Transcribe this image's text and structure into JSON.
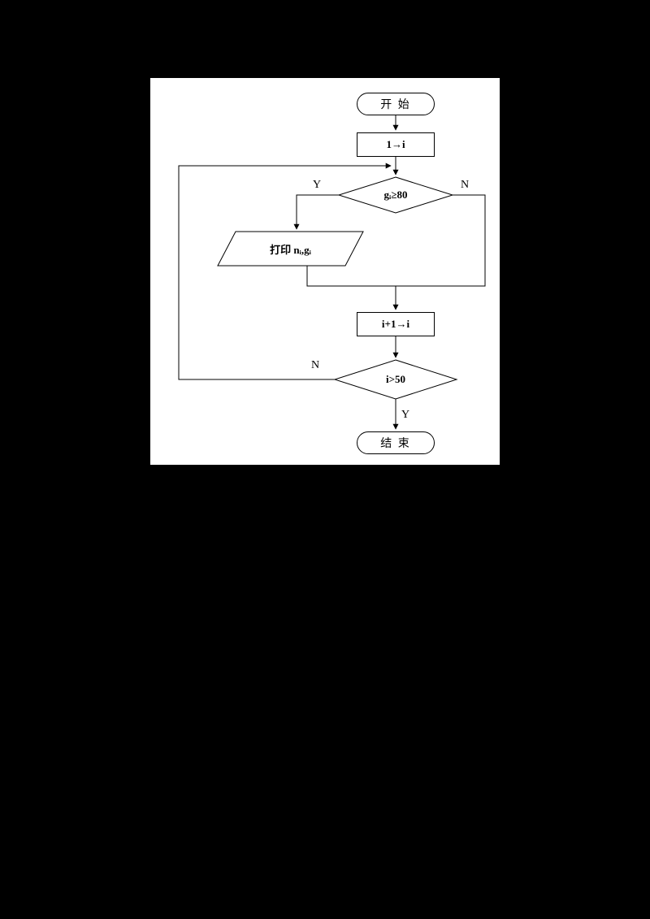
{
  "diagram": {
    "title": "grade-print-loop-flowchart",
    "nodes": {
      "start": "开 始",
      "init": "1→i",
      "grade_check": "gᵢ≥80",
      "print": "打印 nᵢ,gᵢ",
      "increment": "i+1→i",
      "count_check": "i>50",
      "end": "结 束"
    },
    "branch_labels": {
      "grade_yes": "Y",
      "grade_no": "N",
      "count_no": "N",
      "count_yes": "Y"
    },
    "colors": {
      "page_background": "#000000",
      "panel_background": "#ffffff",
      "line": "#000000"
    }
  }
}
